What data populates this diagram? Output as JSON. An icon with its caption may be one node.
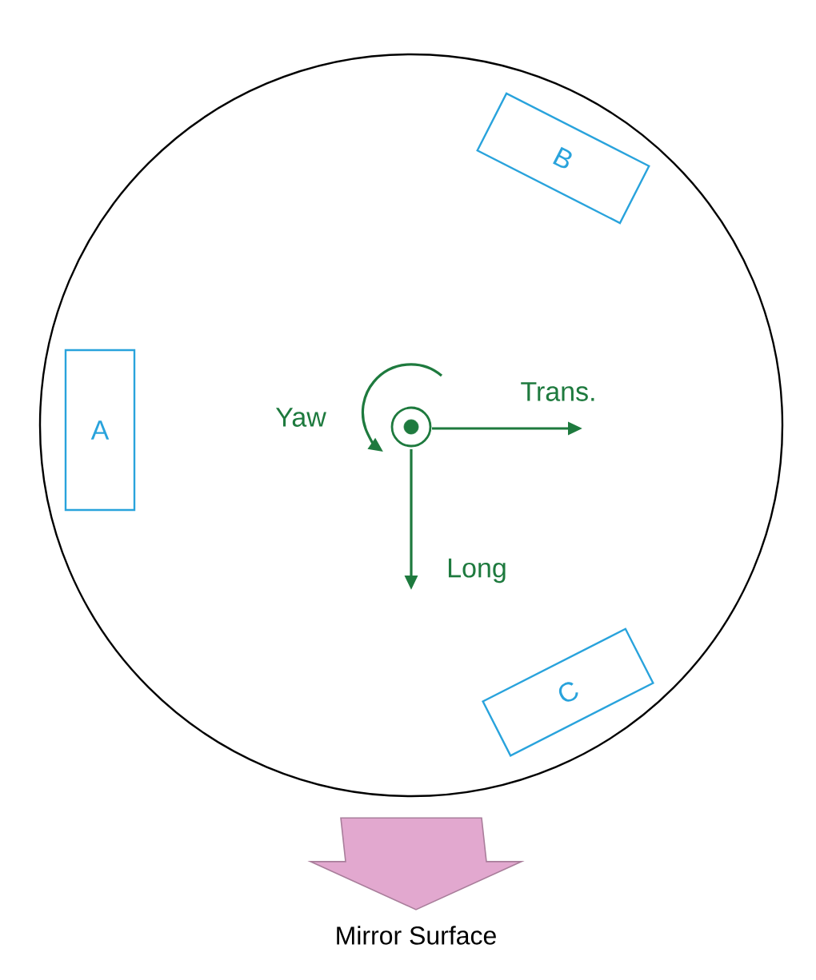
{
  "diagram": {
    "nodes": [
      {
        "text": [],
        "shape": "circle"
      },
      {
        "text": [
          "A"
        ],
        "in": 0
      },
      {
        "text": [
          "B"
        ],
        "in": 0
      },
      {
        "text": [
          "C"
        ],
        "in": 0
      },
      {
        "text": [
          "Mirror Surface"
        ]
      }
    ],
    "edges": [
      {
        "from": 0,
        "to": 4,
        "arrow": "to",
        "color": "#e2a8cf"
      }
    ],
    "labels": [
      "Yaw",
      "Trans.",
      "Long"
    ]
  }
}
